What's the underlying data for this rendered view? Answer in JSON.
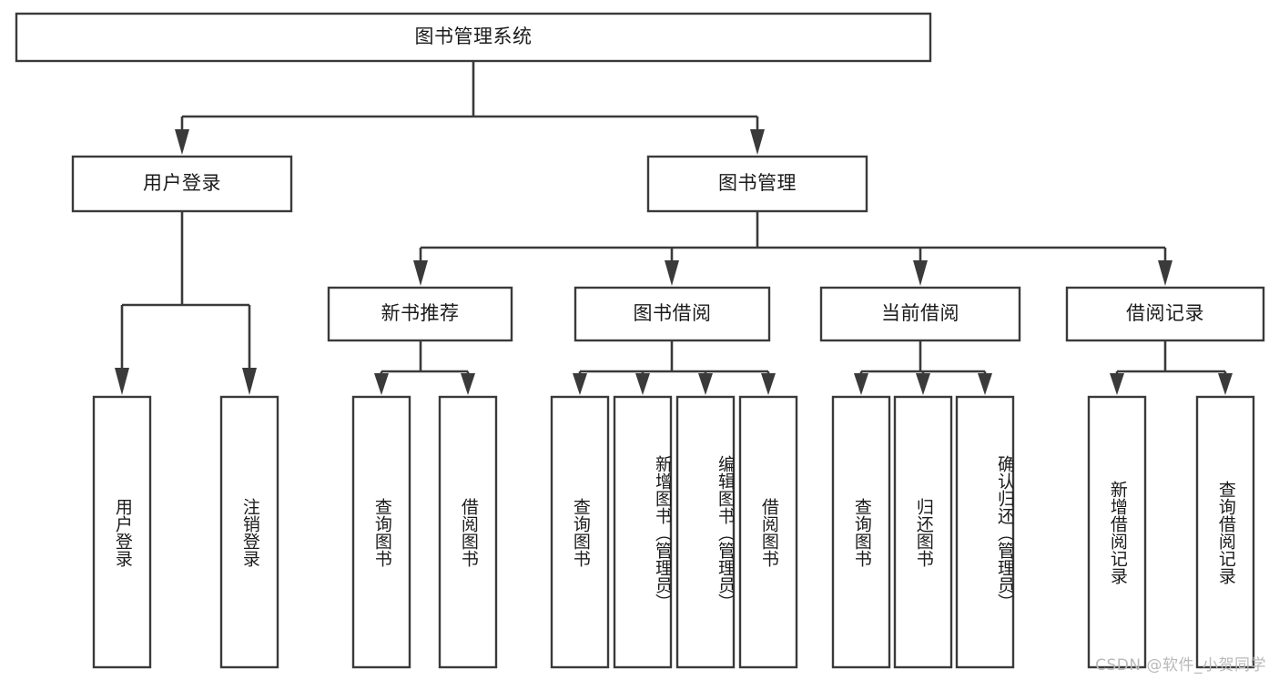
{
  "diagram": {
    "title": "图书管理系统",
    "type": "tree",
    "orientation": "top-down",
    "colors": {
      "background": "#ffffff",
      "box_fill": "#ffffff",
      "box_stroke": "#3a3a3a",
      "connector": "#3a3a3a",
      "text": "#1b1b1b",
      "watermark": "#b9b9b9"
    },
    "watermark": "CSDN @软件_小贺同学",
    "root": {
      "id": "root",
      "label": "图书管理系统",
      "orientation": "horizontal"
    },
    "level1": [
      {
        "id": "user-login",
        "label": "用户登录",
        "orientation": "horizontal"
      },
      {
        "id": "book-management",
        "label": "图书管理",
        "orientation": "horizontal"
      }
    ],
    "level2": [
      {
        "id": "new-book-recommend",
        "label": "新书推荐",
        "parent": "book-management",
        "orientation": "horizontal"
      },
      {
        "id": "book-borrow",
        "label": "图书借阅",
        "parent": "book-management",
        "orientation": "horizontal"
      },
      {
        "id": "current-borrow",
        "label": "当前借阅",
        "parent": "book-management",
        "orientation": "horizontal"
      },
      {
        "id": "borrow-records",
        "label": "借阅记录",
        "parent": "book-management",
        "orientation": "horizontal"
      }
    ],
    "leaves": [
      {
        "id": "leaf-user-login",
        "label": "用户登录",
        "parent": "user-login",
        "orientation": "vertical"
      },
      {
        "id": "leaf-logout",
        "label": "注销登录",
        "parent": "user-login",
        "orientation": "vertical"
      },
      {
        "id": "leaf-query-book-1",
        "label": "查询图书",
        "parent": "new-book-recommend",
        "orientation": "vertical"
      },
      {
        "id": "leaf-borrow-book-1",
        "label": "借阅图书",
        "parent": "new-book-recommend",
        "orientation": "vertical"
      },
      {
        "id": "leaf-query-book-2",
        "label": "查询图书",
        "parent": "book-borrow",
        "orientation": "vertical"
      },
      {
        "id": "leaf-add-book",
        "label": "新增图书（管理员）",
        "parent": "book-borrow",
        "orientation": "vertical"
      },
      {
        "id": "leaf-edit-book",
        "label": "编辑图书（管理员）",
        "parent": "book-borrow",
        "orientation": "vertical"
      },
      {
        "id": "leaf-borrow-book-2",
        "label": "借阅图书",
        "parent": "book-borrow",
        "orientation": "vertical"
      },
      {
        "id": "leaf-query-book-3",
        "label": "查询图书",
        "parent": "current-borrow",
        "orientation": "vertical"
      },
      {
        "id": "leaf-return-book",
        "label": "归还图书",
        "parent": "current-borrow",
        "orientation": "vertical"
      },
      {
        "id": "leaf-confirm-return",
        "label": "确认归还（管理员）",
        "parent": "current-borrow",
        "orientation": "vertical"
      },
      {
        "id": "leaf-add-record",
        "label": "新增借阅记录",
        "parent": "borrow-records",
        "orientation": "vertical"
      },
      {
        "id": "leaf-query-record",
        "label": "查询借阅记录",
        "parent": "borrow-records",
        "orientation": "vertical"
      }
    ]
  }
}
